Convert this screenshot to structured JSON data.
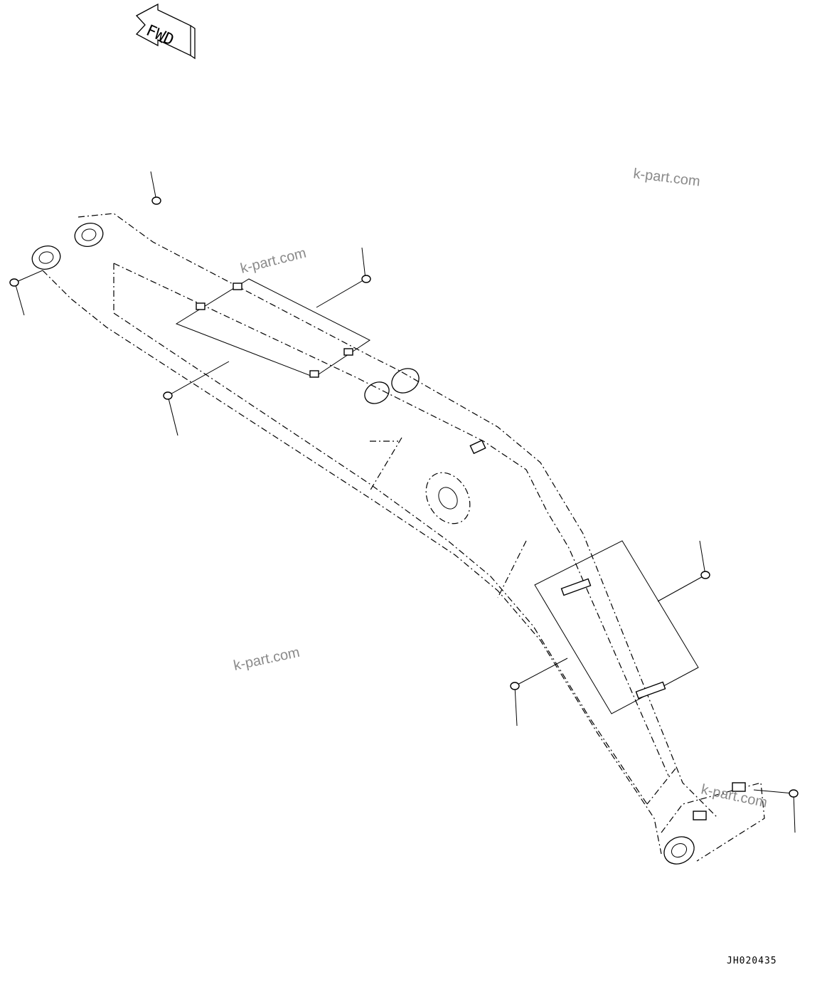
{
  "direction_label": "FWD",
  "watermark": "k-part.com",
  "drawing_code": "JH020435",
  "icons": {
    "fwd_arrow": "fwd-arrow-icon",
    "clip": "clip-icon"
  }
}
